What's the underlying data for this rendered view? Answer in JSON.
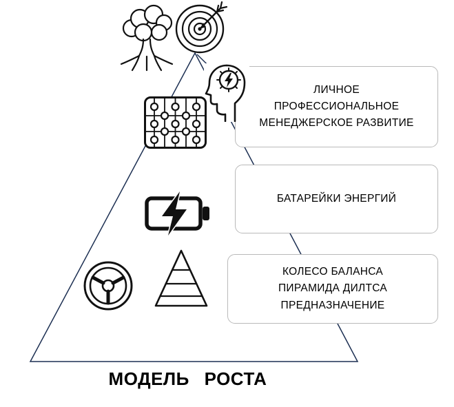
{
  "title": "МОДЕЛЬ РОСТА",
  "boxes": [
    {
      "id": "development",
      "label": "ЛИЧНОЕ\nПРОФЕССИОНАЛЬНОЕ\nМЕНЕДЖЕРСКОЕ РАЗВИТИЕ"
    },
    {
      "id": "batteries",
      "label": "БАТАРЕЙКИ ЭНЕРГИЙ"
    },
    {
      "id": "balance",
      "label": "КОЛЕСО БАЛАНСА\nПИРАМИДА ДИЛТСА\nПРЕДНАЗНАЧЕНИЕ"
    }
  ],
  "icons": [
    {
      "name": "tree-icon"
    },
    {
      "name": "target-icon"
    },
    {
      "name": "head-idea-icon"
    },
    {
      "name": "abacus-icon"
    },
    {
      "name": "battery-icon"
    },
    {
      "name": "steering-wheel-icon"
    },
    {
      "name": "dilts-pyramid-icon"
    }
  ],
  "colors": {
    "triangle_line": "#1c2f52",
    "box_border": "#b9b9b9",
    "text": "#000000",
    "icon": "#111111"
  }
}
